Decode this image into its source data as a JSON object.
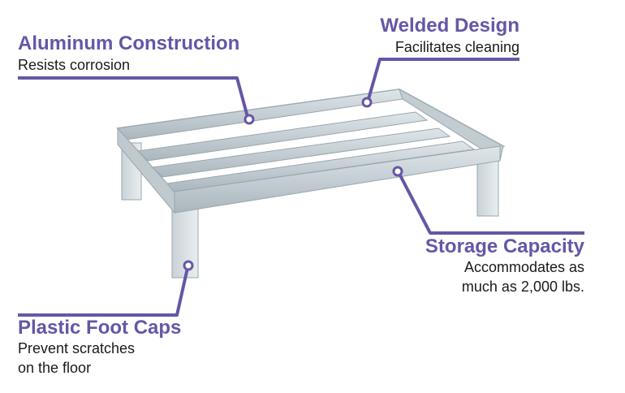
{
  "callouts": [
    {
      "title": "Aluminum Construction",
      "subtitle": [
        "Resists corrosion"
      ]
    },
    {
      "title": "Welded Design",
      "subtitle": [
        "Facilitates cleaning"
      ]
    },
    {
      "title": "Storage Capacity",
      "subtitle": [
        "Accommodates as",
        "much as 2,000 lbs."
      ]
    },
    {
      "title": "Plastic Foot Caps",
      "subtitle": [
        "Prevent scratches",
        "on the floor"
      ]
    }
  ],
  "colors": {
    "accent": "#6656a6",
    "text": "#1a1a1a"
  }
}
